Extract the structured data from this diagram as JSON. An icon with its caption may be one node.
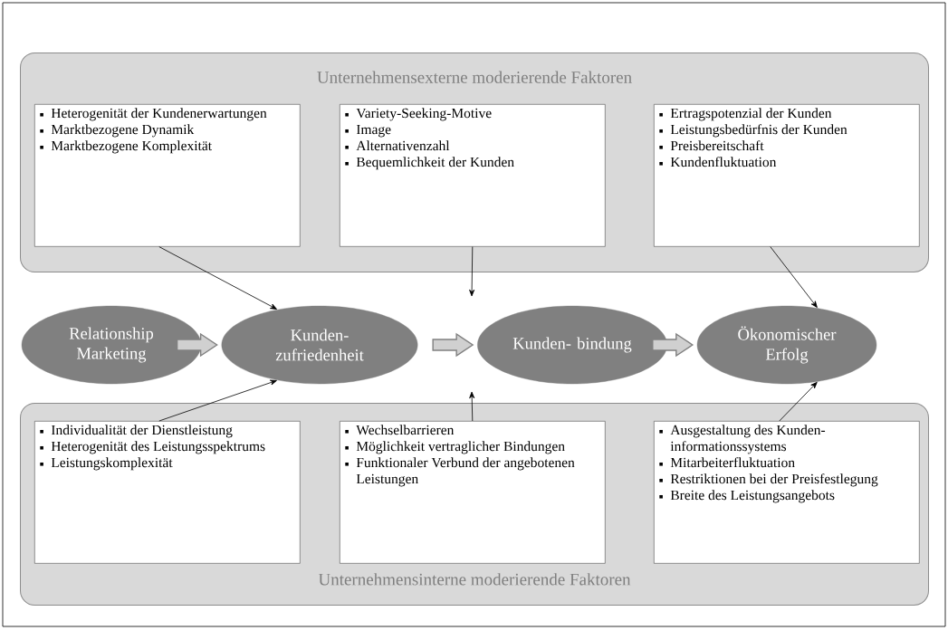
{
  "diagram": {
    "nodes": [
      {
        "text": [
          "Unternehmensexterne moderierende Faktoren"
        ]
      },
      {
        "text": [
          "Heterogenität der Kundenerwartungen",
          "Marktbezogene Dynamik",
          "Marktbezogene Komplexität"
        ],
        "in": 0
      },
      {
        "text": [
          "Variety-Seeking-Motive",
          "Image",
          "Alternativenzahl",
          "Bequemlichkeit der Kunden"
        ],
        "in": 0
      },
      {
        "text": [
          "Ertragspotenzial der Kunden",
          "Leistungsbedürfnis der Kunden",
          "Preisbereitschaft",
          "Kundenfluktuation"
        ],
        "in": 0
      },
      {
        "text": [
          "Relationship Marketing"
        ]
      },
      {
        "text": [
          "Kunden- zufriedenheit"
        ]
      },
      {
        "text": [
          "Kunden- bindung"
        ]
      },
      {
        "text": [
          "Ökonomischer Erfolg"
        ]
      },
      {
        "text": [
          "Unternehmensinterne moderierende Faktoren"
        ]
      },
      {
        "text": [
          "Individualität der Dienstleistung",
          "Heterogenität des Leistungsspektrums",
          "Leistungskomplexität"
        ],
        "in": 8
      },
      {
        "text": [
          "Wechselbarrieren",
          "Möglichkeit vertraglicher Bindungen",
          "Funktionaler Verbund der angebotenen Leistungen"
        ],
        "in": 8
      },
      {
        "text": [
          "Ausgestaltung des Kunden- informationssystems",
          "Mitarbeiterfluktuation",
          "Restriktionen bei der Preisfestlegung",
          "Breite des Leistungsangebots"
        ],
        "in": 8
      }
    ],
    "edges": [
      {
        "from": 4,
        "to": 5,
        "arrow": "to",
        "style": "thick"
      },
      {
        "from": 5,
        "to": 6,
        "arrow": "to",
        "style": "thick"
      },
      {
        "from": 6,
        "to": 7,
        "arrow": "to",
        "style": "thick"
      },
      {
        "from": 1,
        "to": 5,
        "arrow": "to"
      },
      {
        "from": 2,
        "to": null,
        "arrow": "to"
      },
      {
        "from": 3,
        "to": 7,
        "arrow": "to"
      },
      {
        "from": 9,
        "to": 5,
        "arrow": "to"
      },
      {
        "from": 10,
        "to": null,
        "arrow": "to"
      },
      {
        "from": 11,
        "to": 7,
        "arrow": "to"
      }
    ]
  }
}
